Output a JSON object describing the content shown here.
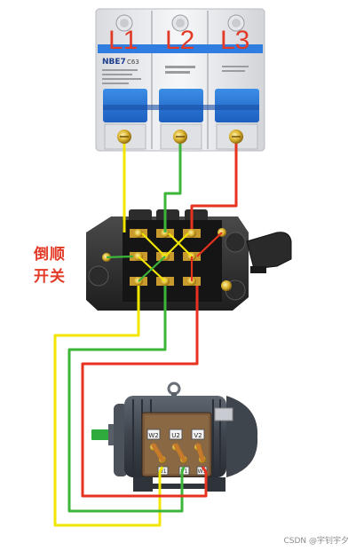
{
  "breaker": {
    "phase_labels": [
      "L1",
      "L2",
      "L3"
    ],
    "model": "NBE7",
    "rating": "C63"
  },
  "switch": {
    "label_line1": "倒顺",
    "label_line2": "开关"
  },
  "motor": {
    "terminals_top": [
      "W2",
      "U2",
      "V2"
    ],
    "terminals_bottom": [
      "U1",
      "V1",
      "W1"
    ]
  },
  "wire_colors": {
    "yellow": "#f2e600",
    "green": "#3db53a",
    "red": "#e6321e"
  },
  "watermark": "CSDN @宇钊宇夕"
}
